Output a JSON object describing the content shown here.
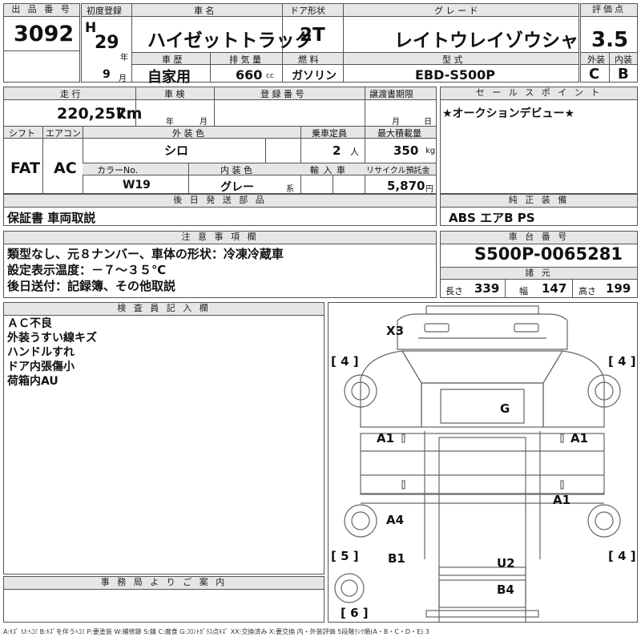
{
  "header": {
    "lot_no_label": "出 品 番 号",
    "lot_no": "3092",
    "first_reg_label": "初度登録",
    "era": "H",
    "year": "29",
    "year_unit": "年",
    "month": "9",
    "month_unit": "月",
    "car_name_label": "車 名",
    "car_name": "ハイゼットトラック",
    "door_label": "ドア形状",
    "door": "2T",
    "grade_label": "グ レ ー ド",
    "grade": "レイトウレイゾウシャ",
    "score_label": "評価点",
    "score": "3.5",
    "history_label": "車 歴",
    "history": "自家用",
    "displacement_label": "排 気 量",
    "displacement": "660",
    "displacement_unit": "cc",
    "fuel_label": "燃 料",
    "fuel": "ガソリン",
    "model_label": "型 式",
    "model": "EBD-S500P",
    "ext_score_label": "外装",
    "ext_score": "C",
    "int_score_label": "内装",
    "int_score": "B"
  },
  "row2": {
    "mileage_label": "走 行",
    "mileage": "220,257",
    "mileage_unit": "km",
    "inspection_label": "車 検",
    "insp_year_unit": "年",
    "insp_month_unit": "月",
    "reg_no_label": "登 録 番 号",
    "transfer_label": "譲渡書期限",
    "transfer_month_unit": "月",
    "transfer_day_unit": "日",
    "shift_label": "シフト",
    "shift": "FAT",
    "ac_label": "エアコン",
    "ac": "AC",
    "ext_color_label": "外 装 色",
    "ext_color": "シロ",
    "capacity_label": "乗車定員",
    "capacity": "2",
    "capacity_unit": "人",
    "load_label": "最大積載量",
    "load": "350",
    "load_unit": "kg",
    "color_no_label": "カラーNo.",
    "color_no": "W19",
    "int_color_label": "内 装 色",
    "int_color": "グレー",
    "int_color_suffix": "系",
    "import_label": "輸 入 車",
    "recycle_label": "リサイクル預託金",
    "recycle": "5,870",
    "recycle_unit": "円"
  },
  "sales": {
    "label": "セ ー ル ス ポ イ ン ト",
    "text": "★オークションデビュー★"
  },
  "later": {
    "label": "後 日 発 送 部 品",
    "text": "保証書 車両取説"
  },
  "equip": {
    "label": "純 正 装 備",
    "text": "ABS エアB PS"
  },
  "notes": {
    "label": "注 意 事 項 欄",
    "lines": [
      "類型なし、元８ナンバー、車体の形状：冷凍冷蔵車",
      "設定表示温度：－７～３５℃",
      "後日送付：記録簿、その他取説"
    ]
  },
  "chassis": {
    "label": "車 台 番 号",
    "number": "S500P-0065281",
    "dims_label": "諸 元",
    "len_label": "長さ",
    "len": "339",
    "wid_label": "幅",
    "wid": "147",
    "hgt_label": "高さ",
    "hgt": "199"
  },
  "inspector": {
    "label": "検 査 員 記 入 欄",
    "lines": [
      "ＡＣ不良",
      "外装うすい線キズ",
      "ハンドルすれ",
      "ドア内張傷小",
      "荷箱内AU"
    ]
  },
  "office": {
    "label": "事 務 局 よ り ご 案 内"
  },
  "diagram": {
    "marks": {
      "x3": "X3",
      "g": "G",
      "a1_left": "A1",
      "a1_right": "A1",
      "a1_bottom": "A1",
      "a4": "A4",
      "b1": "B1",
      "u2": "U2",
      "b4": "B4"
    },
    "tires": {
      "fl": "[ 4 ]",
      "fr": "[ 4 ]",
      "rl": "[ 5 ]",
      "rr": "[ 4 ]",
      "spare": "[ 6 ]"
    }
  },
  "legend": "A:ｷｽﾞ U:ﾍｺﾐ B:ｷｽﾞを伴うﾍｺﾐ P:要塗装 W:補修跡 S:錆 C:腐食 G:ﾌﾛﾝﾄｶﾞﾗｽ点ｷｽﾞ XX:交換済み X:要交換 内・外装評価 5段階ﾗﾝｸ順(A・B・C・D・E) 3"
}
